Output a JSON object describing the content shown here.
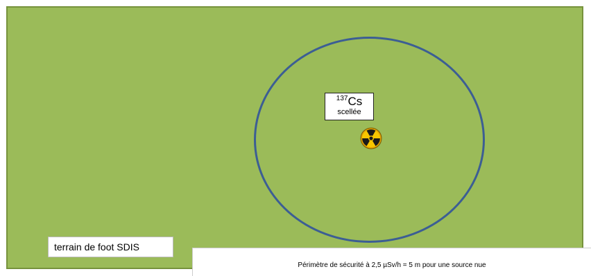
{
  "source": {
    "mass_number": "137",
    "element": "Cs",
    "state": "scellée"
  },
  "field_label": "terrain de foot SDIS",
  "caption": "Périmètre de sécurité à 2,5 µSv/h = 5 m pour une source nue",
  "icons": {
    "source_marker": "radiation-trefoil-icon"
  },
  "colors": {
    "field": "#9bbb59",
    "perimeter_circle": "#3c5e94",
    "radiation_symbol": "#f2b600"
  }
}
